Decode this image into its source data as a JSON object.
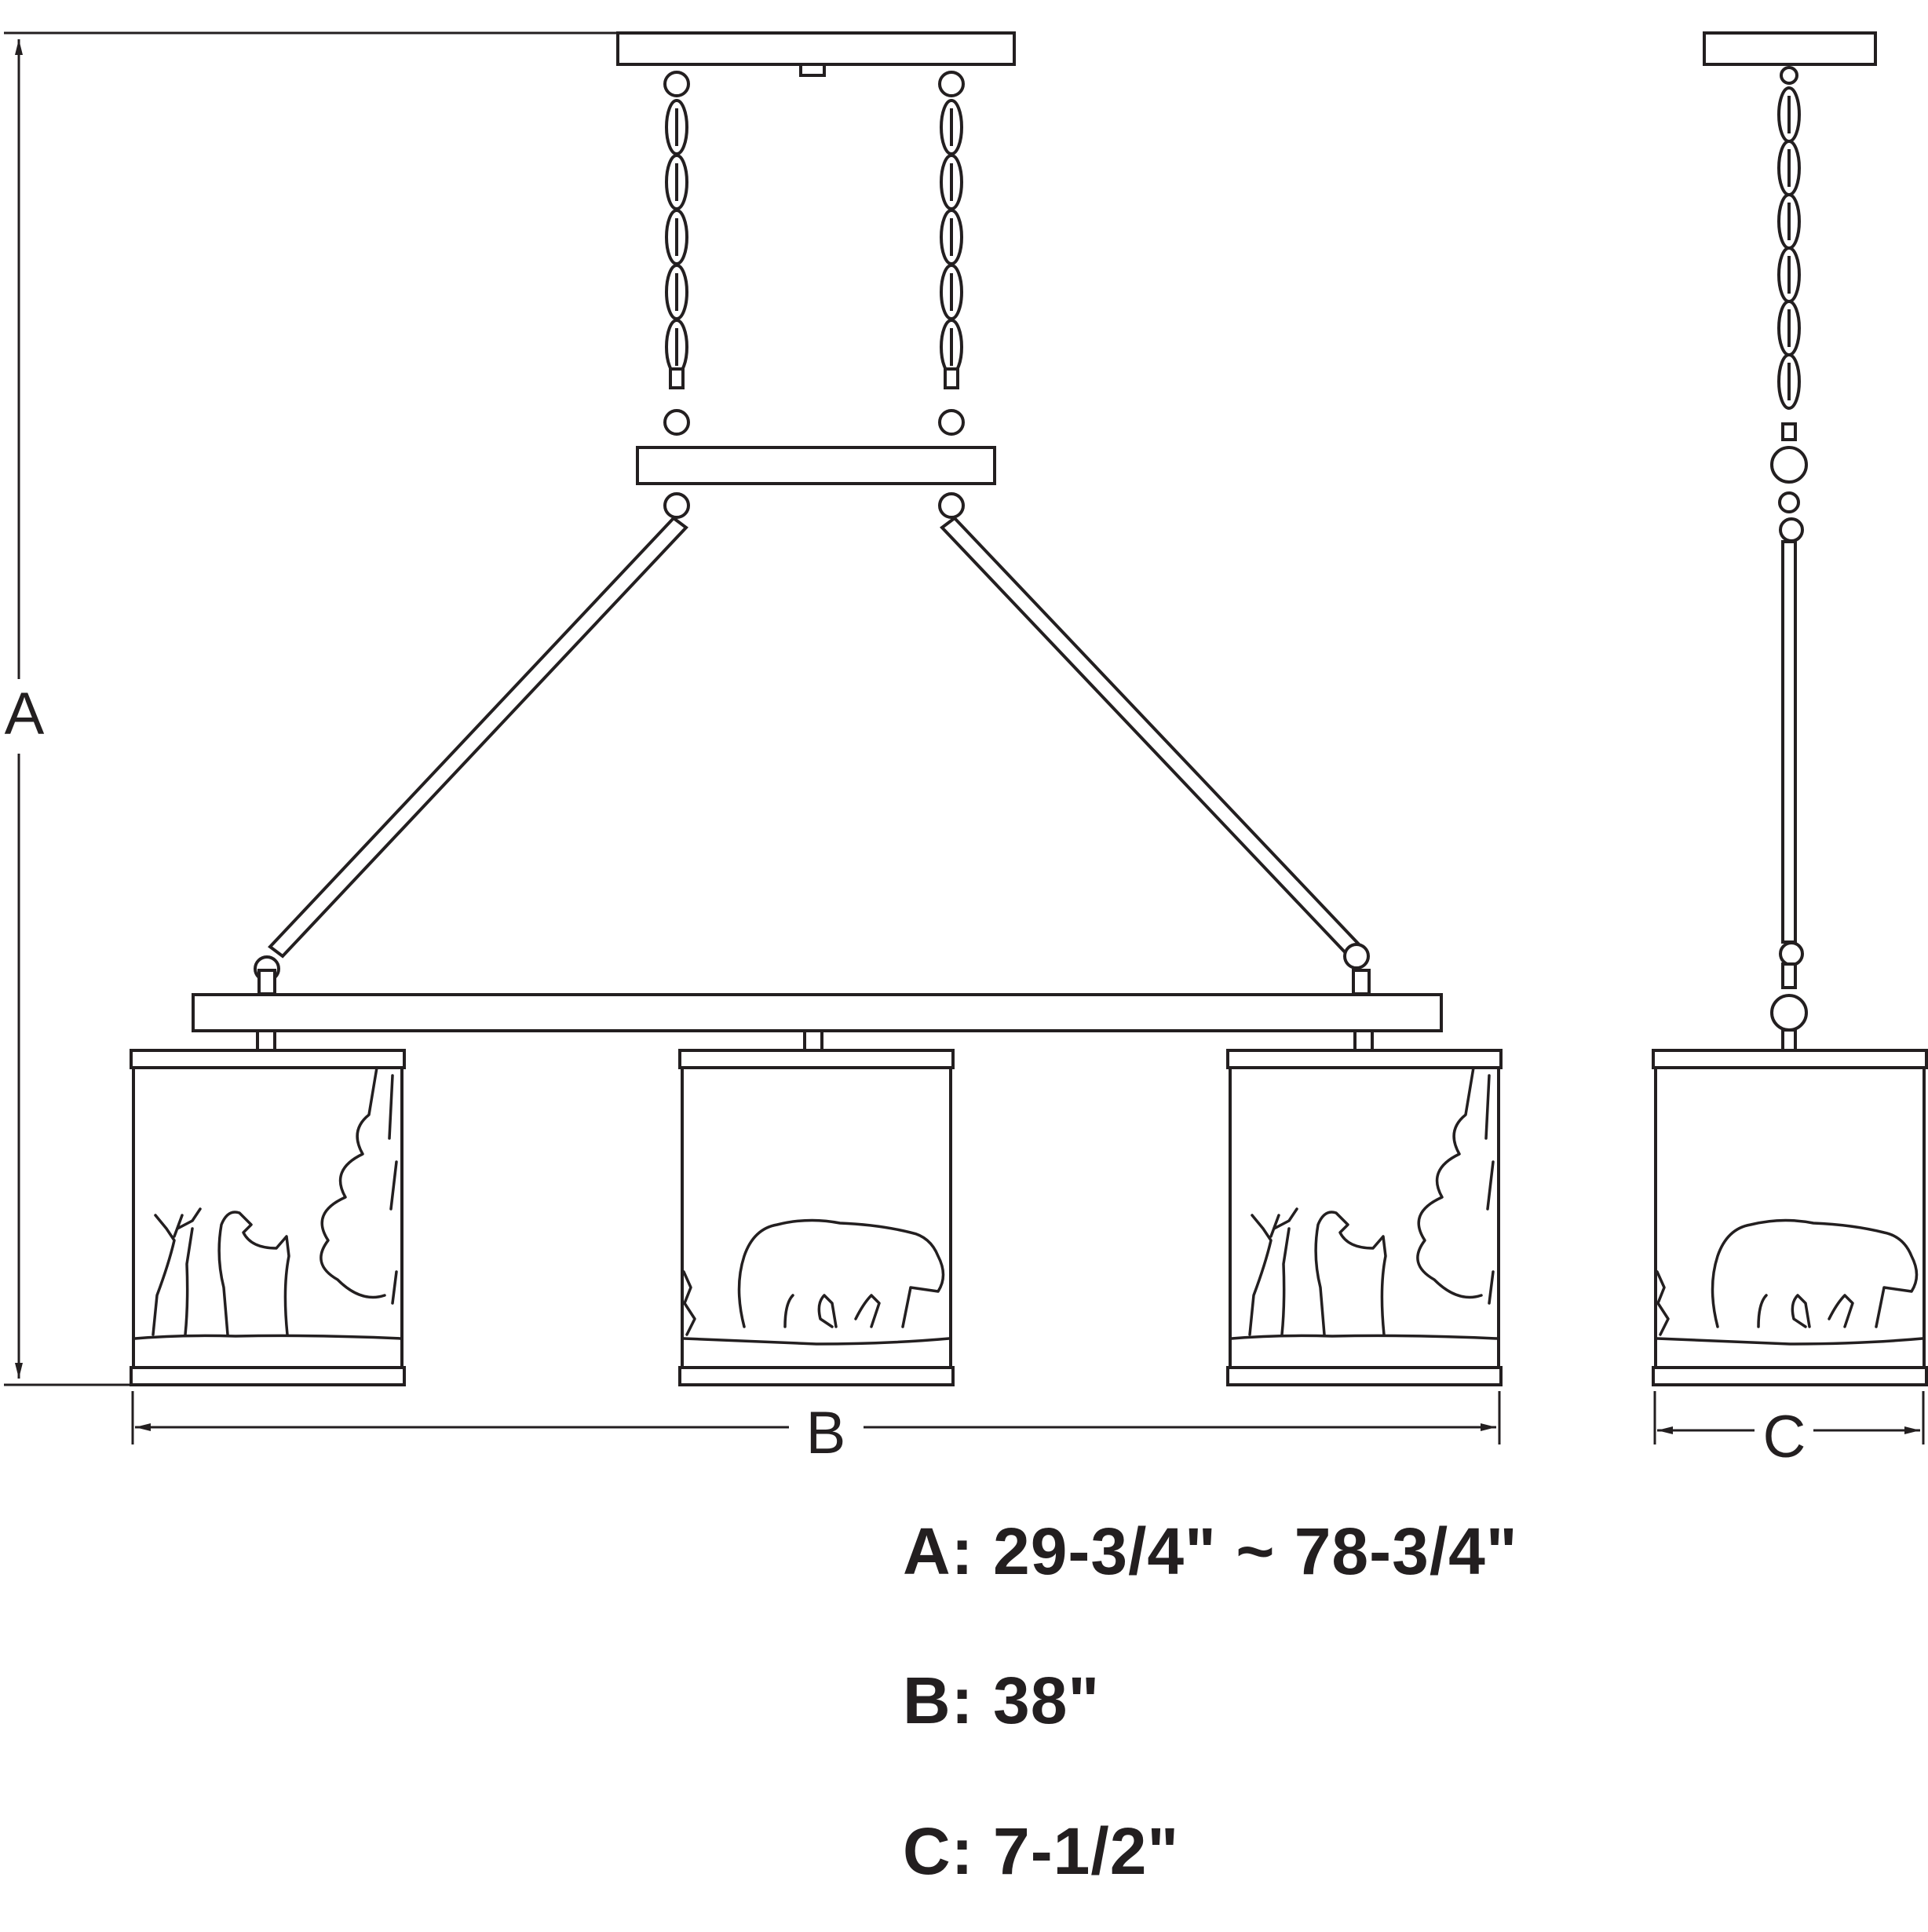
{
  "dimension_letters": {
    "a": "A",
    "b": "B",
    "c": "C"
  },
  "specs": [
    {
      "text": "A: 29-3/4\" ~ 78-3/4\""
    },
    {
      "text": "B: 38\""
    },
    {
      "text": "C: 7-1/2\""
    }
  ],
  "colors": {
    "line": "#231f20",
    "fill": "#ffffff"
  }
}
